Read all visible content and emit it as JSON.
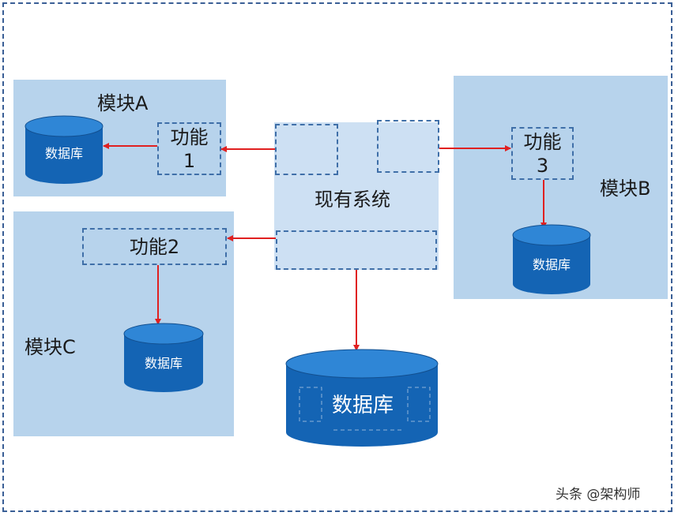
{
  "diagram": {
    "system_label": "现有系统",
    "module_a": {
      "label": "模块A",
      "func_label": "功能\n1",
      "db_label": "数据库"
    },
    "module_b": {
      "label": "模块B",
      "func_label": "功能\n3",
      "db_label": "数据库"
    },
    "module_c": {
      "label": "模块C",
      "func_label": "功能2",
      "db_label": "数据库"
    },
    "main_db_label": "数据库",
    "watermark": "头条 @架构师",
    "colors": {
      "module_bg": "#b7d3ec",
      "system_bg": "#cde0f3",
      "dashed_border": "#3f6fa8",
      "arrow": "#e02020",
      "db_fill": "#1464b4",
      "db_top": "#2f86d6"
    }
  }
}
